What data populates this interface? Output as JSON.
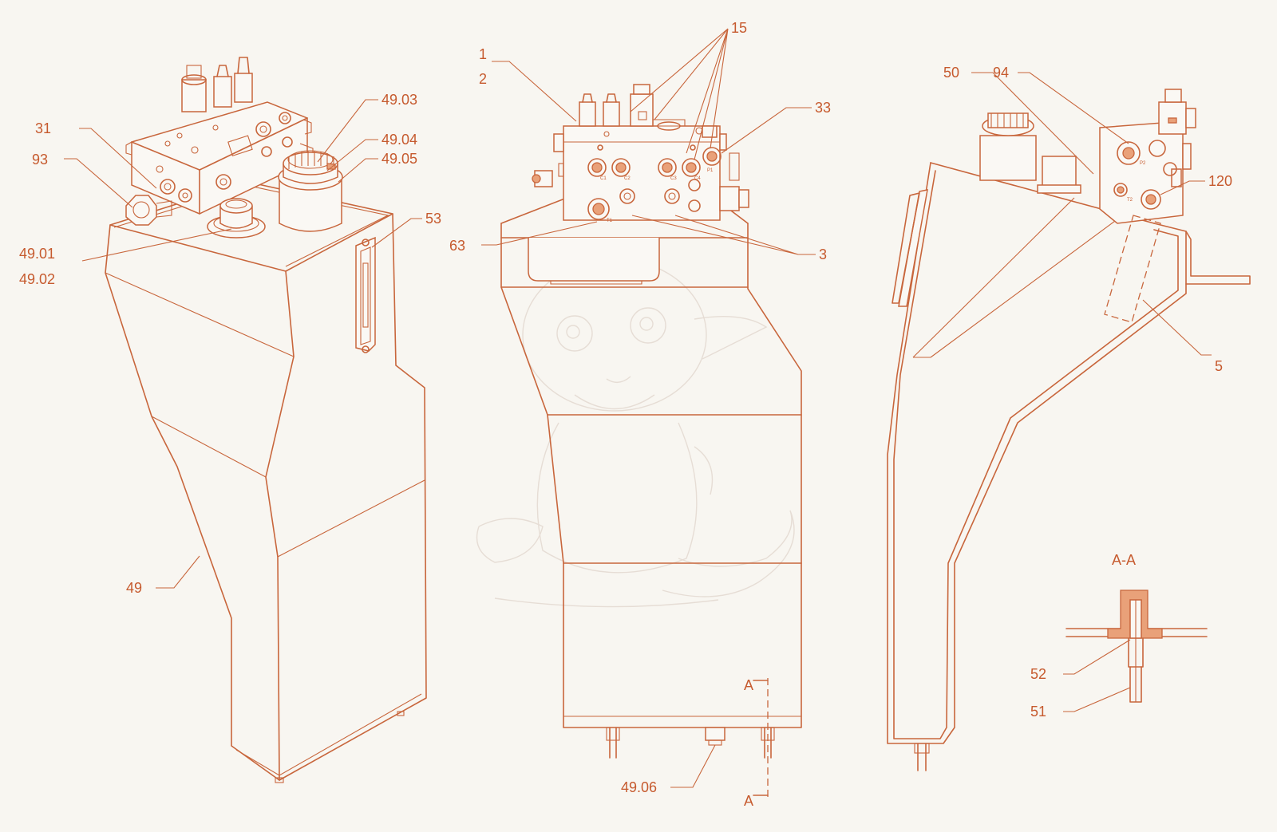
{
  "colors": {
    "line": "#c8663c",
    "label": "#c65a2e",
    "background": "#f8f6f1",
    "watermark": "#e6ddd5"
  },
  "labels": {
    "l1": "1",
    "l2": "2",
    "l3": "3",
    "l5": "5",
    "l15": "15",
    "l31": "31",
    "l33": "33",
    "l49": "49",
    "l49_01": "49.01",
    "l49_02": "49.02",
    "l49_03": "49.03",
    "l49_04": "49.04",
    "l49_05": "49.05",
    "l49_06": "49.06",
    "l50": "50",
    "l51": "51",
    "l52": "52",
    "l53": "53",
    "l63": "63",
    "l93": "93",
    "l94": "94",
    "l120": "120",
    "section_top": "A",
    "section_bottom": "A",
    "section_title": "A-A"
  },
  "ports": {
    "c1": "C1",
    "c2": "C2",
    "c3": "C3",
    "c4": "C4",
    "p1": "P1",
    "t1": "T1",
    "t2": "T2",
    "p2": "P2"
  }
}
